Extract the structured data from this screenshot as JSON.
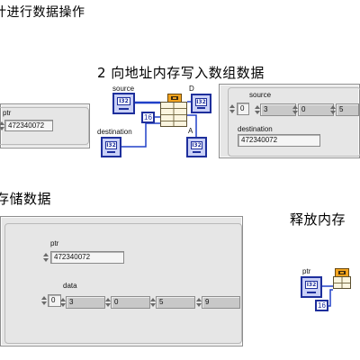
{
  "headings": {
    "top_left": "计进行数据操作",
    "write_array": "2 向地址内存写入数组数据",
    "store": "存储数据",
    "free": "释放内存"
  },
  "top_left_panel": {
    "ptr_label": "ptr",
    "ptr_value": "472340072"
  },
  "write_diagram": {
    "source_label": "source",
    "destination_label": "destination",
    "d_label": "D",
    "a_label": "A",
    "constant": "16",
    "terminal_type": "I32"
  },
  "source_panel": {
    "source_label": "source",
    "index": "0",
    "cells": [
      "3",
      "0",
      "5"
    ],
    "destination_label": "destination",
    "destination_value": "472340072"
  },
  "store_panel": {
    "ptr_label": "ptr",
    "ptr_value": "472340072",
    "data_label": "data",
    "index": "0",
    "cells": [
      "3",
      "0",
      "5",
      "9"
    ]
  },
  "free_diagram": {
    "ptr_label": "ptr",
    "constant": "16",
    "terminal_type": "I32"
  },
  "colors": {
    "panel_bg": "#e6e6e6",
    "terminal_blue": "#1e2f9c",
    "node_orange": "#f2a31e",
    "wire_blue": "#2040c8"
  },
  "icons": {
    "node": "call-library-function-node-icon",
    "terminal": "i32-terminal-icon",
    "stepper": "increment-decrement-icon"
  }
}
